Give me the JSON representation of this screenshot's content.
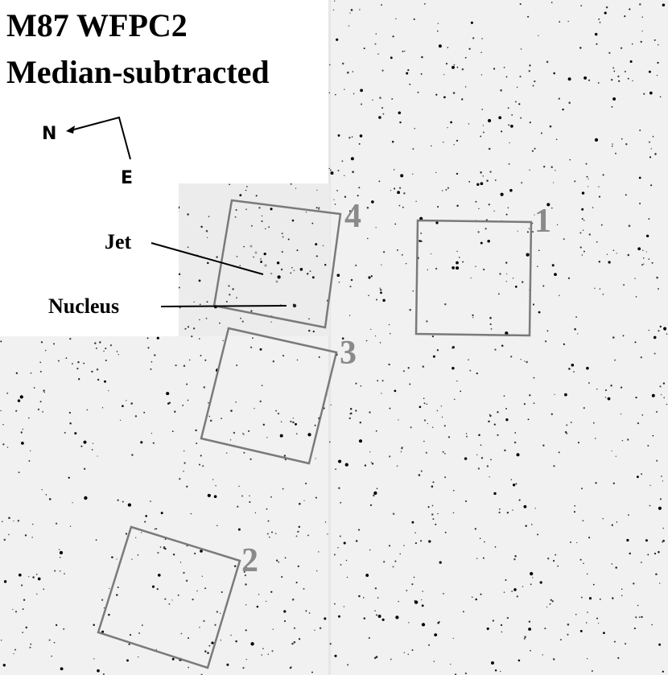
{
  "title": {
    "line1": "M87 WFPC2",
    "line2": "Median-subtracted"
  },
  "compass": {
    "north_label": "N",
    "east_label": "E"
  },
  "annotations": {
    "jet": "Jet",
    "nucleus": "Nucleus"
  },
  "fields": [
    {
      "label": "1"
    },
    {
      "label": "2"
    },
    {
      "label": "3"
    },
    {
      "label": "4"
    }
  ],
  "colors": {
    "sky_background": "#f1f1f1",
    "inset_background": "#ffffff",
    "field_outline": "#7a7a7a",
    "field_label": "#8a8a8a",
    "text": "#000000"
  }
}
